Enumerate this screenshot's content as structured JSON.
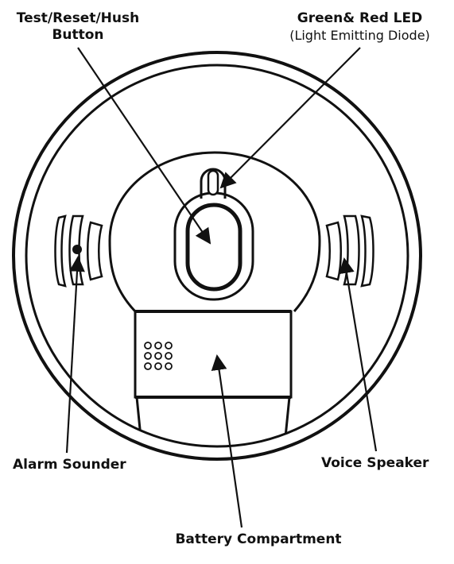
{
  "labels": {
    "button": {
      "line1": "Test/Reset/Hush",
      "line2": "Button"
    },
    "led": {
      "line1": "Green& Red LED",
      "line2": "(Light Emitting Diode)"
    },
    "alarm_sounder": "Alarm Sounder",
    "voice_speaker": "Voice Speaker",
    "battery": "Battery Compartment"
  },
  "colors": {
    "stroke": "#111111",
    "fill": "#ffffff"
  }
}
